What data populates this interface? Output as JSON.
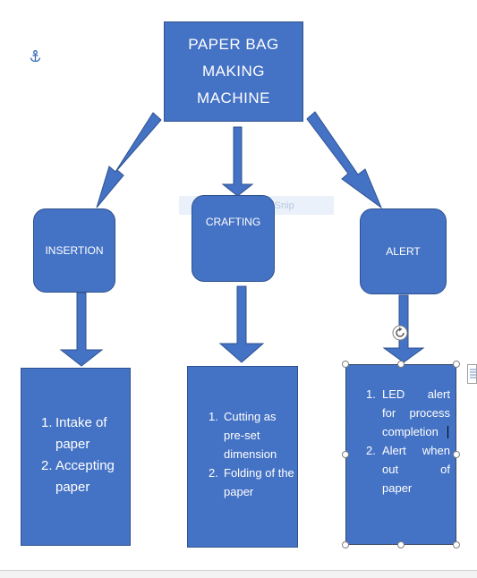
{
  "diagram": {
    "title": "PAPER BAG\nMAKING\nMACHINE",
    "nodes": {
      "insertion": "INSERTION",
      "crafting": "CRAFTING",
      "alert": "ALERT"
    },
    "details": {
      "insertion": [
        {
          "num": "1.",
          "text": "Intake of paper"
        },
        {
          "num": "2.",
          "text": "Accepting paper"
        }
      ],
      "crafting": [
        {
          "num": "1.",
          "text": "Cutting as pre-set dimension"
        },
        {
          "num": "2.",
          "text": "Folding of the paper"
        }
      ],
      "alert": [
        {
          "num": "1.",
          "l1": "LED alert",
          "l2": "for process",
          "l3": "completion"
        },
        {
          "num": "2.",
          "l1": "Alert when",
          "l2": "out of",
          "l3": "paper"
        }
      ]
    },
    "watermark": "Rectangular Snip",
    "colors": {
      "shape_fill": "#4472c4",
      "shape_border": "#2f528f",
      "text": "#ffffff"
    }
  },
  "icons": {
    "anchor": "anchor-icon",
    "rotate": "rotate-handle-icon",
    "layout": "layout-options-icon"
  }
}
